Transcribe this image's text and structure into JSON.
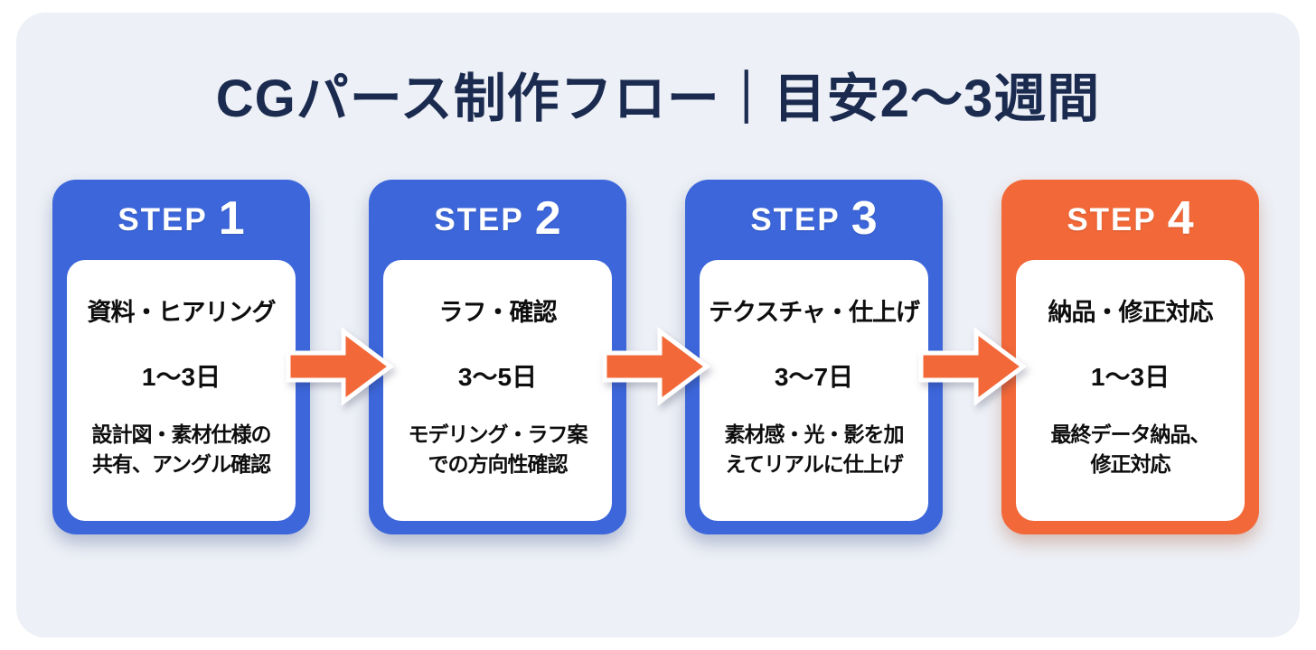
{
  "page": {
    "title": "CGパース制作フロー｜目安2〜3週間"
  },
  "colors": {
    "background": "#FFFFFF",
    "panel": "#EDF0F6",
    "step_blue": "#3C66DA",
    "step_orange": "#F26838",
    "arrow_orange": "#F26838",
    "title_navy": "#1B2B50",
    "card_text": "#0E0E0E",
    "header_text": "#FFFFFF"
  },
  "steps": [
    {
      "label": "STEP",
      "number": "1",
      "title": "資料・ヒアリング",
      "duration": "1〜3日",
      "desc_line1": "設計図・素材仕様の",
      "desc_line2": "共有、アングル確認",
      "accent": "blue"
    },
    {
      "label": "STEP",
      "number": "2",
      "title": "ラフ・確認",
      "duration": "3〜5日",
      "desc_line1": "モデリング・ラフ案",
      "desc_line2": "での方向性確認",
      "accent": "blue"
    },
    {
      "label": "STEP",
      "number": "3",
      "title": "テクスチャ・仕上げ",
      "duration": "3〜7日",
      "desc_line1": "素材感・光・影を加",
      "desc_line2": "えてリアルに仕上げ",
      "accent": "blue"
    },
    {
      "label": "STEP",
      "number": "4",
      "title": "納品・修正対応",
      "duration": "1〜3日",
      "desc_line1": "最終データ納品、",
      "desc_line2": "修正対応",
      "accent": "orange"
    }
  ],
  "arrows": [
    {
      "icon": "flow-arrow-right-icon"
    },
    {
      "icon": "flow-arrow-right-icon"
    },
    {
      "icon": "flow-arrow-right-icon"
    }
  ]
}
